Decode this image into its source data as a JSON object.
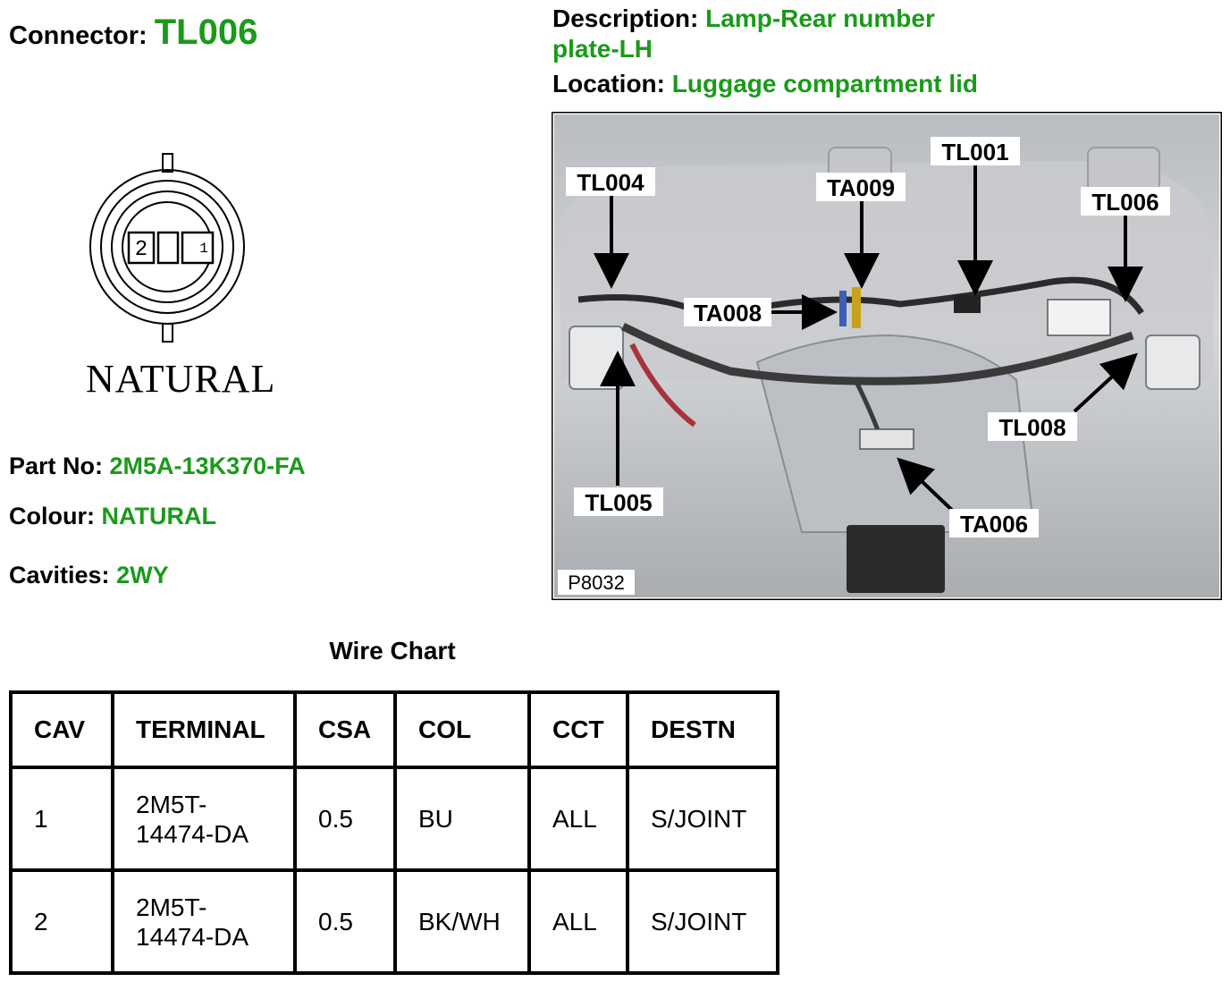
{
  "connector": {
    "label": "Connector:",
    "value": "TL006"
  },
  "description": {
    "label": "Description:",
    "value": "Lamp-Rear number plate-LH"
  },
  "location": {
    "label": "Location:",
    "value": "Luggage compartment lid"
  },
  "diagram": {
    "pin_left": "2",
    "pin_right": "1",
    "caption": "NATURAL"
  },
  "part_no": {
    "label": "Part No:",
    "value": "2M5A-13K370-FA"
  },
  "colour": {
    "label": "Colour:",
    "value": "NATURAL"
  },
  "cavities": {
    "label": "Cavities:",
    "value": "2WY"
  },
  "photo": {
    "callouts": {
      "tl004": "TL004",
      "ta009": "TA009",
      "tl001": "TL001",
      "tl006": "TL006",
      "ta008": "TA008",
      "tl008": "TL008",
      "tl005": "TL005",
      "ta006": "TA006"
    },
    "ref": "P8032"
  },
  "wire_chart": {
    "title": "Wire Chart",
    "headers": [
      "CAV",
      "TERMINAL",
      "CSA",
      "COL",
      "CCT",
      "DESTN"
    ],
    "rows": [
      [
        "1",
        "2M5T-\n14474-DA",
        "0.5",
        "BU",
        "ALL",
        "S/JOINT"
      ],
      [
        "2",
        "2M5T-\n14474-DA",
        "0.5",
        "BK/WH",
        "ALL",
        "S/JOINT"
      ]
    ]
  }
}
